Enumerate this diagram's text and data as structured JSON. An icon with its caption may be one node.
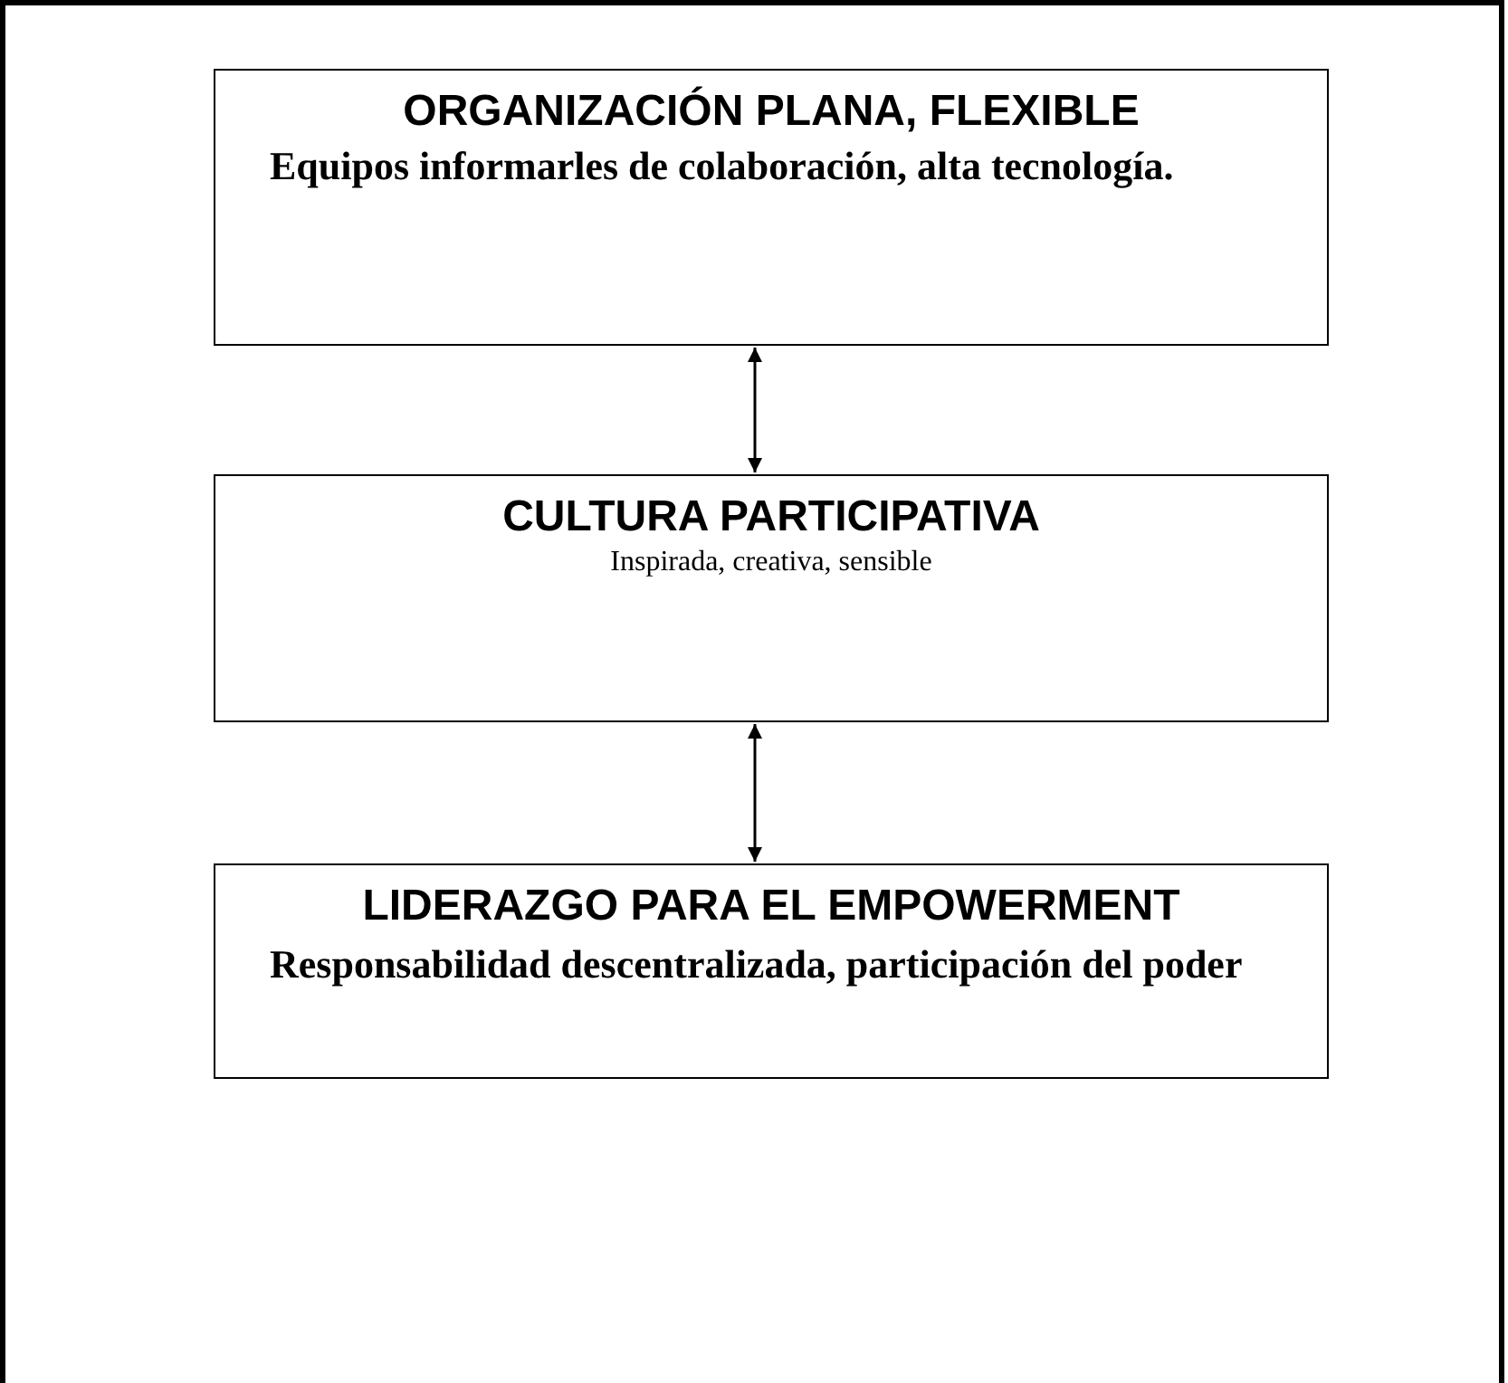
{
  "diagram": {
    "nodes": [
      {
        "text": [
          "ORGANIZACIÓN PLANA, FLEXIBLE",
          "Equipos informarles de colaboración, alta tecnología."
        ]
      },
      {
        "text": [
          "CULTURA PARTICIPATIVA",
          "Inspirada, creativa, sensible"
        ]
      },
      {
        "text": [
          "LIDERAZGO PARA EL EMPOWERMENT",
          "Responsabilidad descentralizada, participación del poder"
        ]
      }
    ],
    "edges": [
      {
        "from": 0,
        "to": 1,
        "arrow": "both"
      },
      {
        "from": 1,
        "to": 2,
        "arrow": "both"
      }
    ]
  }
}
